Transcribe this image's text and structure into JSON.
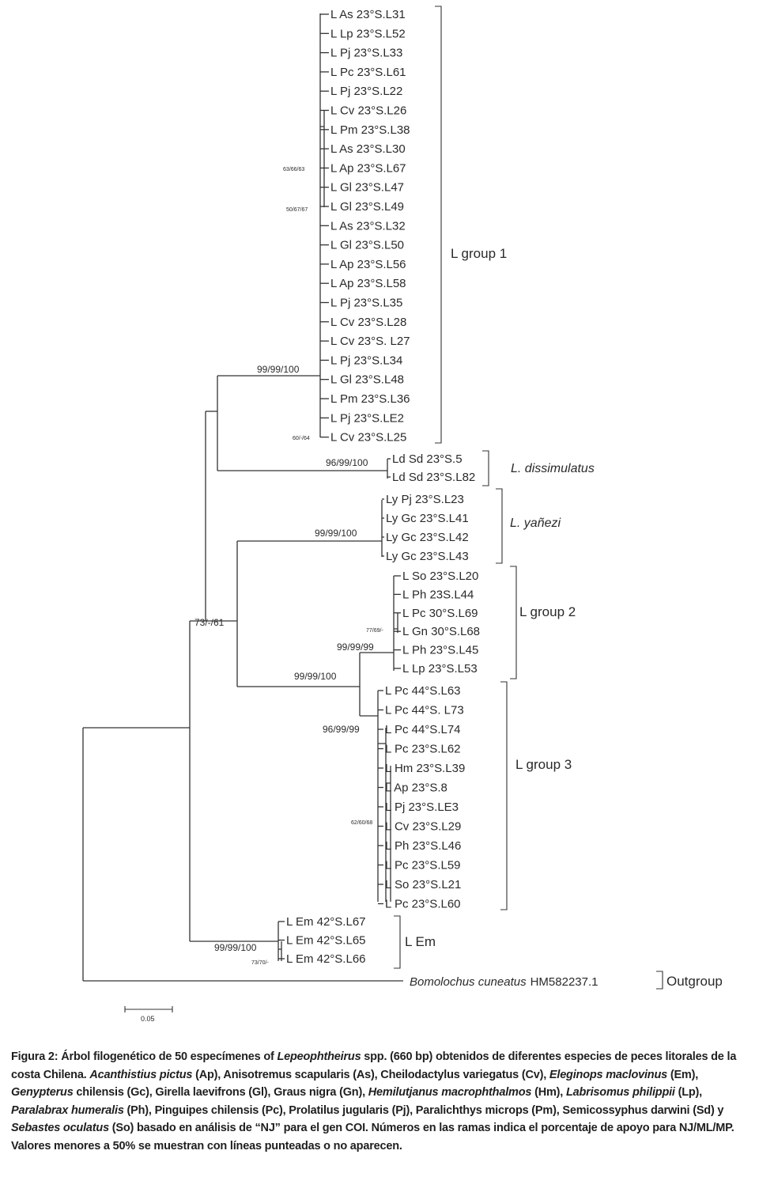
{
  "tree": {
    "leaves_group1": [
      "L As 23°S.L31",
      "L Lp 23°S.L52",
      "L Pj 23°S.L33",
      "L Pc 23°S.L61",
      "L Pj 23°S.L22",
      "L Cv 23°S.L26",
      "L Pm 23°S.L38",
      "L As 23°S.L30",
      "L Ap 23°S.L67",
      "L Gl 23°S.L47",
      "L Gl 23°S.L49",
      "L As 23°S.L32",
      "L Gl 23°S.L50",
      "L Ap 23°S.L56",
      "L Ap 23°S.L58",
      "L Pj 23°S.L35",
      "L Cv 23°S.L28",
      "L Cv 23°S. L27",
      "L Pj 23°S.L34",
      "L Gl 23°S.L48",
      "L Pm 23°S.L36",
      "L Pj 23°S.LE2",
      "L Cv 23°S.L25"
    ],
    "leaves_dissimulatus": [
      "Ld Sd 23°S.5",
      "Ld Sd 23°S.L82"
    ],
    "leaves_yanezi": [
      "Ly Pj 23°S.L23",
      "Ly Gc 23°S.L41",
      "Ly Gc 23°S.L42",
      "Ly Gc 23°S.L43"
    ],
    "leaves_group2": [
      "L So 23°S.L20",
      "L Ph 23S.L44",
      "L Pc 30°S.L69",
      "L Gn 30°S.L68",
      "L Ph 23°S.L45",
      "L Lp 23°S.L53"
    ],
    "leaves_group3": [
      "L Pc 44°S.L63",
      "L Pc 44°S. L73",
      "L Pc 44°S.L74",
      "L Pc 23°S.L62",
      "L Hm 23°S.L39",
      "L Ap 23°S.8",
      "L Pj 23°S.LE3",
      "L Cv 23°S.L29",
      "L Ph 23°S.L46",
      "L Pc 23°S.L59",
      "L So 23°S.L21",
      "L Pc 23°S.L60"
    ],
    "leaves_em": [
      "L Em 42°S.L67",
      "L Em 42°S.L65",
      "L Em 42°S.L66"
    ],
    "outgroup_leaf": {
      "species": "Bomolochus cuneatus",
      "accession": "HM582237.1"
    },
    "group_labels": {
      "group1": "L group 1",
      "dissimulatus": "L. dissimulatus",
      "yanezi": "L. yañezi",
      "group2": "L group 2",
      "group3": "L group 3",
      "em": "L Em",
      "outgroup": "Outgroup"
    },
    "support": {
      "g1_main": "99/99/100",
      "g1_sub_a": "63/66/63",
      "g1_sub_b": "50/67/67",
      "g1_sub_c": "60/-/64",
      "dissimulatus": "96/99/100",
      "yanezi": "99/99/100",
      "ingroup_root": "73/-/61",
      "g2_sub": "77/69/-",
      "g2": "99/99/99",
      "g2_g3": "99/99/100",
      "g3": "96/99/99",
      "g3_sub": "62/60/68",
      "em": "99/99/100",
      "em_sub": "73/70/-"
    },
    "scale_bar": "0.05"
  },
  "caption": {
    "lead": "Figura 2:",
    "t1": " Árbol filogenético de 50 especímenes of ",
    "i1": "Lepeophtheirus",
    "t2": " spp. (660 bp) obtenidos de diferentes especies de peces litorales de la costa Chilena. ",
    "i2": "Acanthistius pictus",
    "t3": " (Ap), Anisotremus scapularis (As), Cheilodactylus variegatus (Cv), ",
    "i3": "Eleginops maclovinus",
    "t4": " (Em), ",
    "i4": "Genypterus",
    "t5": " chilensis (Gc), Girella laevifrons (Gl), Graus nigra (Gn), ",
    "i5": "Hemilutjanus macrophthalmos",
    "t6": " (Hm), ",
    "i6": "Labrisomus philippii",
    "t7": " (Lp), ",
    "i7": "Paralabrax humeralis",
    "t8": " (Ph), Pinguipes chilensis (Pc), Prolatilus jugularis (Pj), Paralichthys microps (Pm), Semicossyphus darwini (Sd) y ",
    "i8": "Sebastes oculatus",
    "t9": " (So) basado en análisis de “NJ” para el gen COI. Números en las ramas indica el porcentaje de apoyo para NJ/ML/MP. Valores menores a 50% se muestran con líneas punteadas o no aparecen."
  }
}
